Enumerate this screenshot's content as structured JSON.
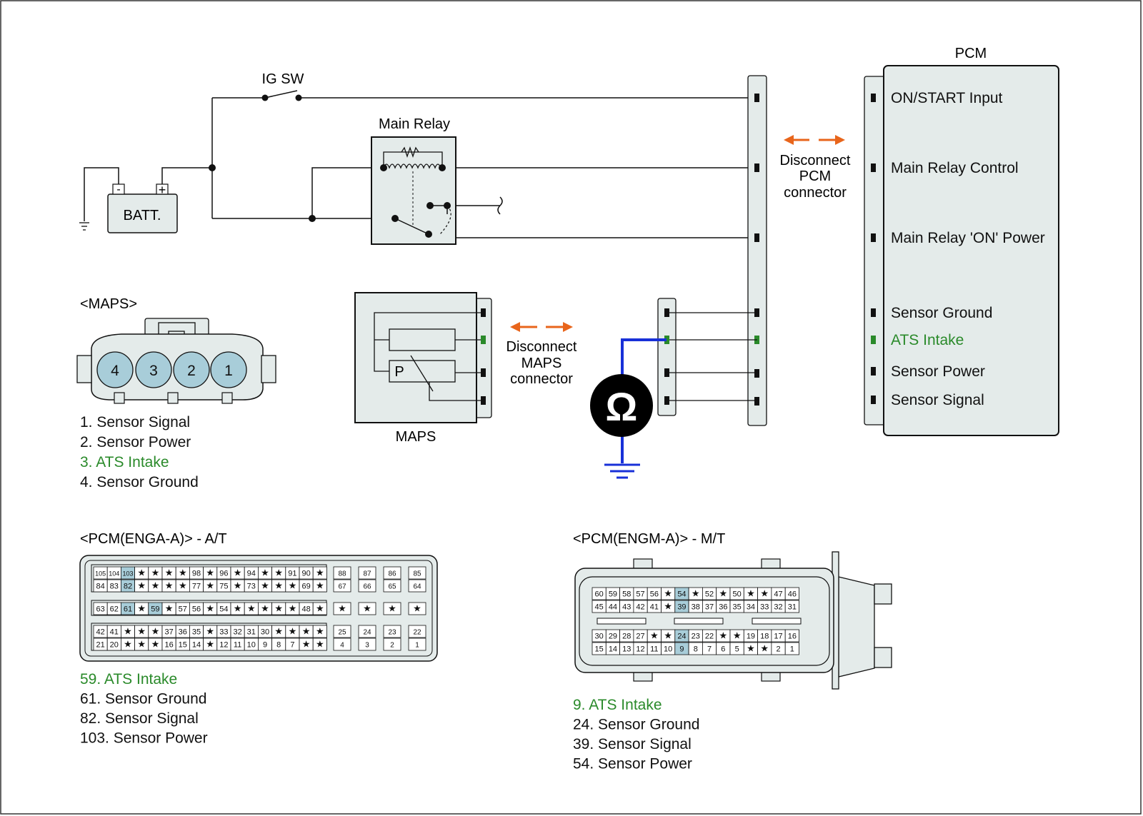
{
  "colors": {
    "accent_green": "#2a8a2a",
    "orange_arrow": "#e8651b",
    "probe_blue": "#1830d8",
    "highlight_cell": "#a8cdd9",
    "panel_fill": "#e4ebea",
    "connector_fill": "#dde5e4"
  },
  "icons": {
    "ohmmeter": "ohm-icon",
    "ground": "ground-icon",
    "disconnect": "double-arrow-icon"
  },
  "circuit": {
    "ig_sw": "IG SW",
    "main_relay": "Main Relay",
    "batt": "BATT.",
    "batt_neg": "-",
    "batt_pos": "+",
    "disconnect_pcm": [
      "Disconnect",
      "PCM",
      "connector"
    ],
    "disconnect_maps": [
      "Disconnect",
      "MAPS",
      "connector"
    ],
    "maps_label": "MAPS",
    "maps_p": "P",
    "ohm_symbol": "Ω"
  },
  "pcm_block": {
    "title": "PCM",
    "pins": [
      {
        "label": "ON/START Input",
        "highlight": false
      },
      {
        "label": "Main Relay Control",
        "highlight": false
      },
      {
        "label": "Main Relay 'ON' Power",
        "highlight": false
      },
      {
        "label": "Sensor Ground",
        "highlight": false
      },
      {
        "label": "ATS Intake",
        "highlight": true
      },
      {
        "label": "Sensor Power",
        "highlight": false
      },
      {
        "label": "Sensor Signal",
        "highlight": false
      }
    ]
  },
  "maps_connector": {
    "title": "<MAPS>",
    "pins": [
      "4",
      "3",
      "2",
      "1"
    ],
    "legend": [
      {
        "text": "1. Sensor Signal",
        "highlight": false
      },
      {
        "text": "2. Sensor Power",
        "highlight": false
      },
      {
        "text": "3. ATS Intake",
        "highlight": true
      },
      {
        "text": "4. Sensor Ground",
        "highlight": false
      }
    ]
  },
  "pcm_at": {
    "title": "<PCM(ENGA-A)> - A/T",
    "rows": [
      [
        "105",
        "104",
        "103",
        "*",
        "*",
        "*",
        "*",
        "98",
        "*",
        "96",
        "*",
        "94",
        "*",
        "*",
        "91",
        "90",
        "*"
      ],
      [
        "84",
        "83",
        "82",
        "*",
        "*",
        "*",
        "*",
        "77",
        "*",
        "75",
        "*",
        "73",
        "*",
        "*",
        "*",
        "69",
        "*"
      ],
      [
        "63",
        "62",
        "61",
        "*",
        "59",
        "*",
        "57",
        "56",
        "*",
        "54",
        "*",
        "*",
        "*",
        "*",
        "*",
        "48",
        "*"
      ],
      [
        "42",
        "41",
        "*",
        "*",
        "*",
        "37",
        "36",
        "35",
        "*",
        "33",
        "32",
        "31",
        "30",
        "*",
        "*",
        "*",
        "*"
      ],
      [
        "21",
        "20",
        "*",
        "*",
        "*",
        "16",
        "15",
        "14",
        "*",
        "12",
        "11",
        "10",
        "9",
        "8",
        "7",
        "*",
        "*"
      ]
    ],
    "side_rows": [
      [
        "88",
        "87",
        "86",
        "85"
      ],
      [
        "67",
        "66",
        "65",
        "64"
      ],
      [
        "*",
        "*",
        "*",
        "*"
      ],
      [
        "25",
        "24",
        "23",
        "22"
      ],
      [
        "4",
        "3",
        "2",
        "1"
      ]
    ],
    "highlighted": [
      "103",
      "82",
      "61",
      "59"
    ],
    "legend": [
      {
        "text": "59. ATS Intake",
        "highlight": true
      },
      {
        "text": "61. Sensor Ground",
        "highlight": false
      },
      {
        "text": "82. Sensor Signal",
        "highlight": false
      },
      {
        "text": "103. Sensor Power",
        "highlight": false
      }
    ]
  },
  "pcm_mt": {
    "title": "<PCM(ENGM-A)> - M/T",
    "rows": [
      [
        "60",
        "59",
        "58",
        "57",
        "56",
        "*",
        "54",
        "*",
        "52",
        "*",
        "50",
        "*",
        "*",
        "47",
        "46"
      ],
      [
        "45",
        "44",
        "43",
        "42",
        "41",
        "*",
        "39",
        "38",
        "37",
        "36",
        "35",
        "34",
        "33",
        "32",
        "31"
      ],
      [
        "30",
        "29",
        "28",
        "27",
        "*",
        "*",
        "24",
        "23",
        "22",
        "*",
        "*",
        "19",
        "18",
        "17",
        "16"
      ],
      [
        "15",
        "14",
        "13",
        "12",
        "11",
        "10",
        "9",
        "8",
        "7",
        "6",
        "5",
        "*",
        "*",
        "2",
        "1"
      ]
    ],
    "highlighted": [
      "54",
      "39",
      "24",
      "9"
    ],
    "legend": [
      {
        "text": "9. ATS Intake",
        "highlight": true
      },
      {
        "text": "24. Sensor Ground",
        "highlight": false
      },
      {
        "text": "39. Sensor Signal",
        "highlight": false
      },
      {
        "text": "54. Sensor Power",
        "highlight": false
      }
    ]
  }
}
